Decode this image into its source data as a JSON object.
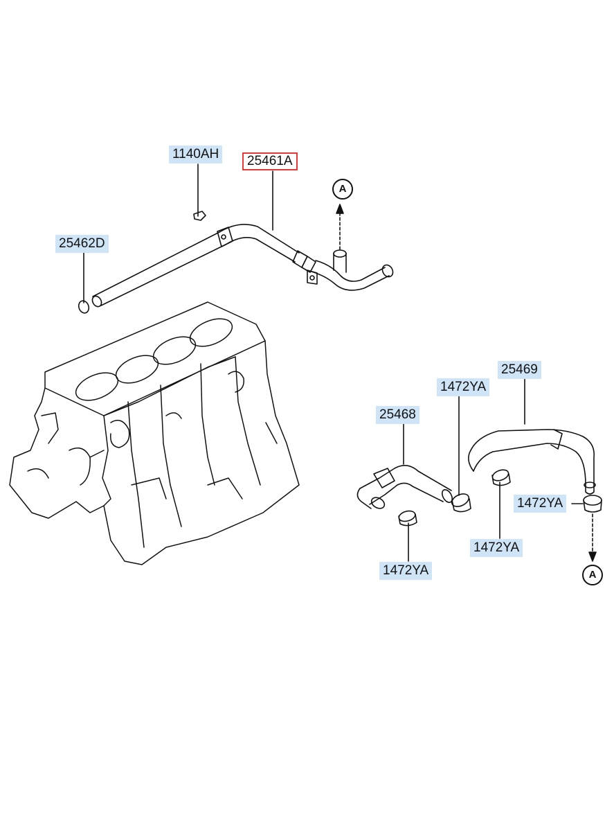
{
  "colors": {
    "line": "#111111",
    "label_bg": "#cfe4f6",
    "selected_border": "#e53935"
  },
  "parts": [
    {
      "id": "1140AH",
      "label": "1140AH",
      "selected": false
    },
    {
      "id": "25461A",
      "label": "25461A",
      "selected": true
    },
    {
      "id": "25462D",
      "label": "25462D",
      "selected": false
    },
    {
      "id": "1472YA-1",
      "label": "1472YA",
      "selected": false
    },
    {
      "id": "25469",
      "label": "25469",
      "selected": false
    },
    {
      "id": "25468",
      "label": "25468",
      "selected": false
    },
    {
      "id": "1472YA-2",
      "label": "1472YA",
      "selected": false
    },
    {
      "id": "1472YA-3",
      "label": "1472YA",
      "selected": false
    },
    {
      "id": "1472YA-4",
      "label": "1472YA",
      "selected": false
    }
  ],
  "callouts": {
    "top": "A",
    "bottom": "A"
  }
}
